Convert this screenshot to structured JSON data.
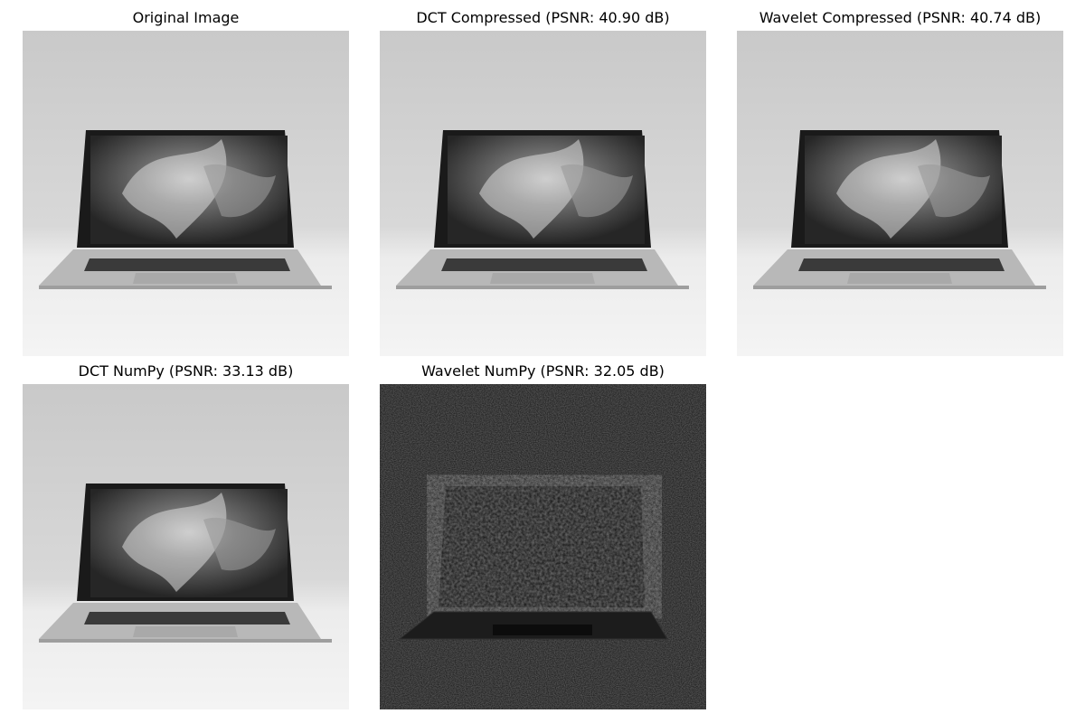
{
  "figure": {
    "panels": [
      {
        "title": "Original Image",
        "variant": "normal"
      },
      {
        "title": "DCT Compressed (PSNR: 40.90 dB)",
        "variant": "normal"
      },
      {
        "title": "Wavelet Compressed (PSNR: 40.74 dB)",
        "variant": "normal"
      },
      {
        "title": "DCT NumPy (PSNR: 33.13 dB)",
        "variant": "normal"
      },
      {
        "title": "Wavelet NumPy (PSNR: 32.05 dB)",
        "variant": "error-map"
      }
    ]
  }
}
